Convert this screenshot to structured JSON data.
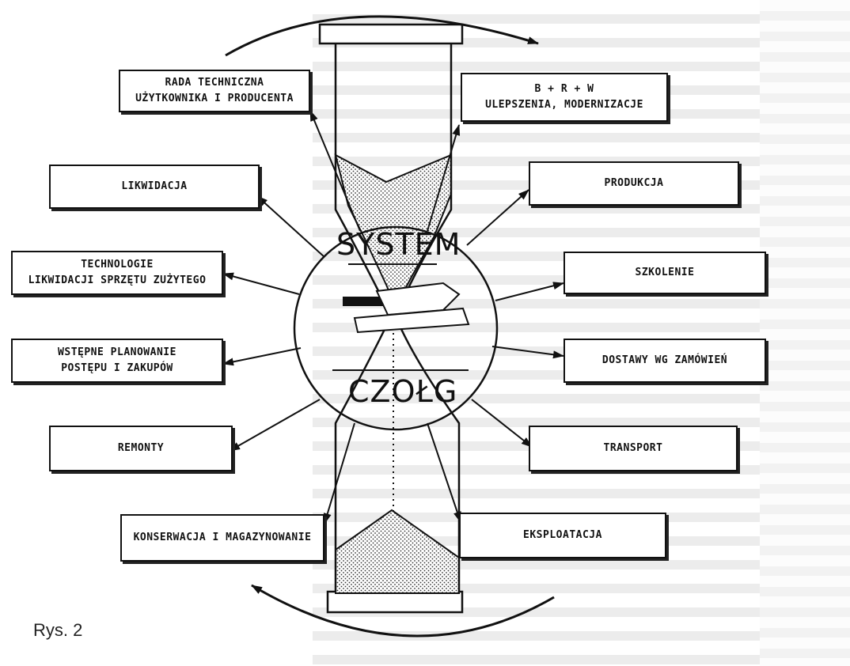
{
  "diagram": {
    "top_word": "SYSTEM",
    "bottom_word": "CZOŁG",
    "boxes": {
      "rada": "RADA TECHNICZNA\nUŻYTKOWNIKA I PRODUCENTA",
      "brw": "B + R + W\nULEPSZENIA, MODERNIZACJE",
      "likwidacja": "LIKWIDACJA",
      "produkcja": "PRODUKCJA",
      "technologie": "TECHNOLOGIE\nLIKWIDACJI SPRZĘTU ZUŻYTEGO",
      "szkolenie": "SZKOLENIE",
      "wstepne": "WSTĘPNE PLANOWANIE\nPOSTĘPU I ZAKUPÓW",
      "dostawy": "DOSTAWY WG ZAMÓWIEŃ",
      "remonty": "REMONTY",
      "transport": "TRANSPORT",
      "konserwacja": "KONSERWACJA I MAGAZYNOWANIE",
      "eksploatacja": "EKSPLOATACJA"
    }
  },
  "caption": "Rys. 2"
}
